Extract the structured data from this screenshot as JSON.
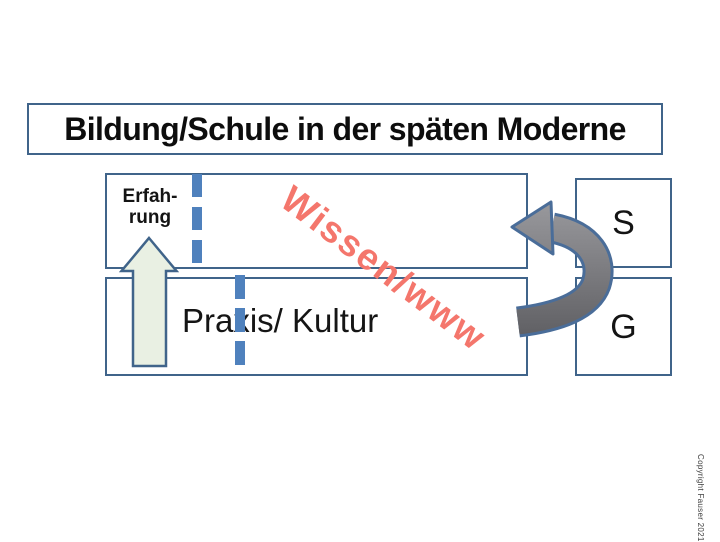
{
  "slide": {
    "title": "Bildung/Schule in der späten Moderne",
    "copyright": "Copyright Fauser 2021"
  },
  "diagram": {
    "experience_box": {
      "line1": "Erfah-",
      "line2": "rung"
    },
    "praxis_box": {
      "label": "Praxis/ Kultur"
    },
    "wissen_label": {
      "text": "Wissen/www",
      "angle_deg": 37
    },
    "s_box": {
      "label": "S"
    },
    "g_box": {
      "label": "G"
    },
    "icons": {
      "up_arrow": "up-arrow-icon",
      "curved_arrow": "curved-arrow-icon"
    }
  },
  "colors": {
    "accent": "#40648a",
    "dash": "#4f81bd",
    "arrow-fill": "#e9f0e3",
    "gray-light": "#9a9a9e",
    "gray-dark": "#5c5c60",
    "salmon": "#f4766c",
    "ink": "#0d0d0d"
  }
}
